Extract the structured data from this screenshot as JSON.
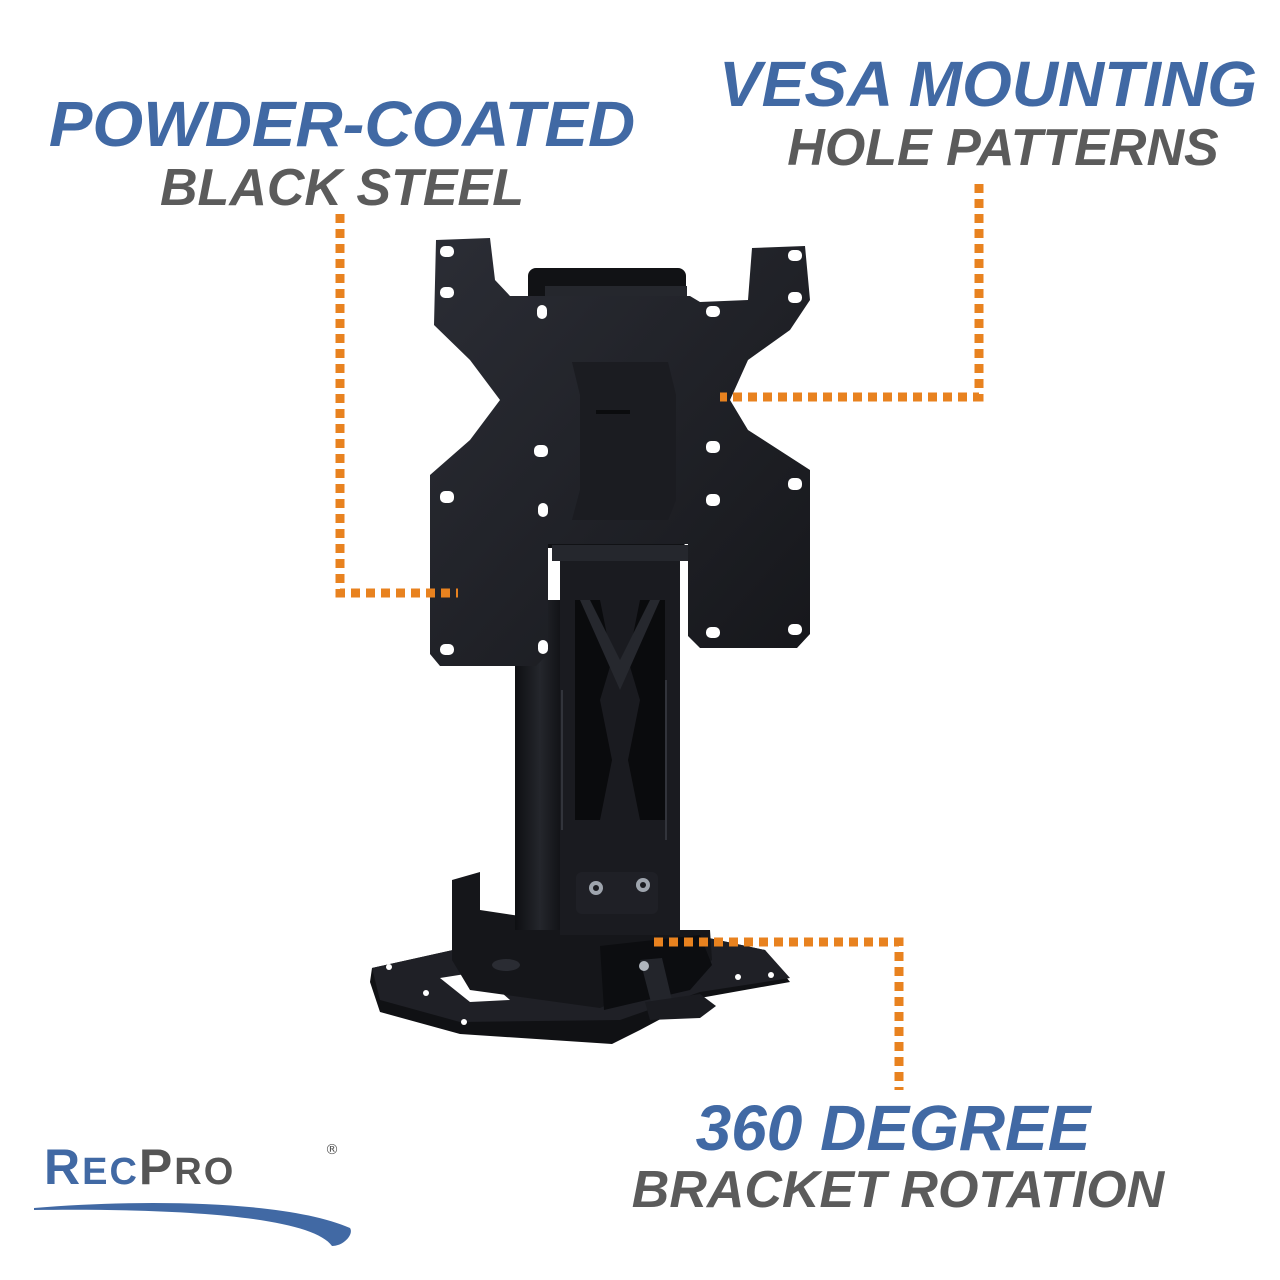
{
  "colors": {
    "headline_blue": "#4169a4",
    "subline_gray": "#5b5b5b",
    "leader_orange": "#e8821f",
    "steel_black": "#1c1d22",
    "steel_highlight": "#2c2e36",
    "background": "#ffffff"
  },
  "callouts": [
    {
      "id": "powder-coated",
      "headline": "POWDER-COATED",
      "subline": "BLACK STEEL"
    },
    {
      "id": "vesa-mounting",
      "headline": "VESA MOUNTING",
      "subline": "HOLE PATTERNS"
    },
    {
      "id": "rotation",
      "headline": "360 DEGREE",
      "subline": "BRACKET ROTATION"
    }
  ],
  "logo": {
    "brand_first": "R",
    "brand_first_rest": "EC",
    "brand_second": "P",
    "brand_second_rest": "RO",
    "registered_mark": "®"
  },
  "product": {
    "description": "Black steel swivel TV/monitor mount with VESA plate, vertical column and rotating base plate"
  }
}
